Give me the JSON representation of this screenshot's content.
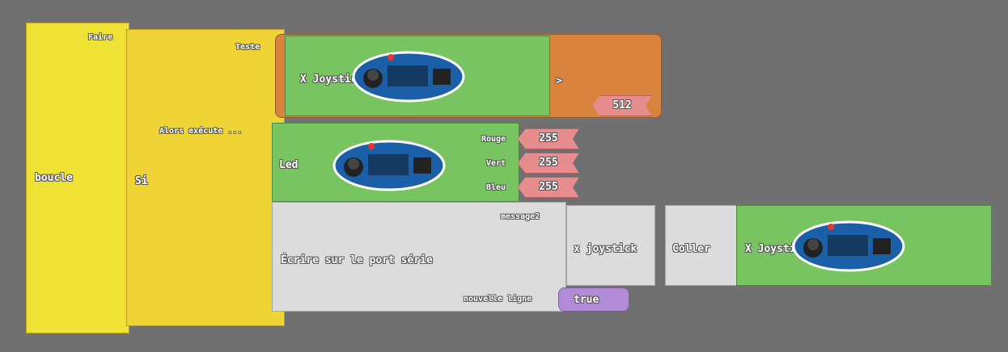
{
  "loop": {
    "label": "boucle",
    "do_label": "Faire"
  },
  "if_block": {
    "label": "Si",
    "test_label": "Teste",
    "then_label": "Alors exécute ..."
  },
  "compare": {
    "joystick_label": "X Joystick",
    "operator": ">",
    "value": "512"
  },
  "led": {
    "label": "Led",
    "rouge_label": "Rouge",
    "rouge_value": "255",
    "vert_label": "Vert",
    "vert_value": "255",
    "bleu_label": "Bleu",
    "bleu_value": "255"
  },
  "serial": {
    "label": "Écrire sur le port série",
    "message_label": "message2",
    "newline_label": "nouvelle ligne",
    "newline_value": "true"
  },
  "text_block": {
    "value": "x joystick"
  },
  "concat": {
    "label": "Coller"
  },
  "joystick_block": {
    "label": "X Joystick"
  },
  "colors": {
    "yellow": "#f0e135",
    "green": "#77c460",
    "orange": "#d9833f",
    "grey": "#dcdcdc",
    "pink": "#e88d8d",
    "purple": "#b28bd6",
    "background": "#707070"
  }
}
